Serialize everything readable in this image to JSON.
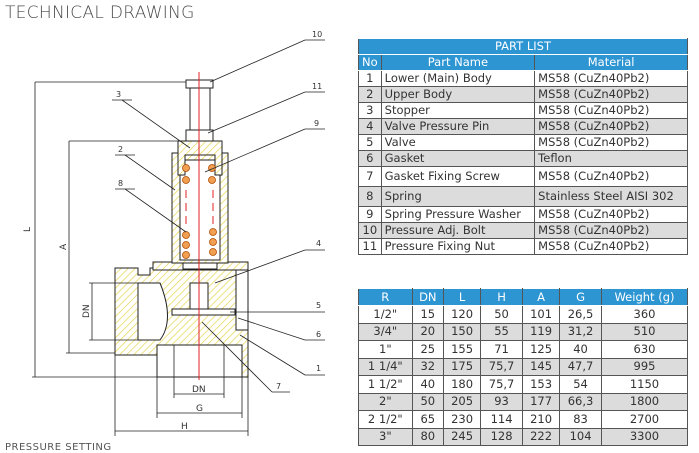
{
  "title": "TECHNICAL DRAWING",
  "footer_heading": "PRESSURE SETTING",
  "colors": {
    "header": "#2e95d3",
    "alt_row": "#dcdcdc",
    "hatch": "#e8d85a",
    "spring": "#e07b1a",
    "centerline": "#e02020"
  },
  "drawing": {
    "callouts": [
      "1",
      "2",
      "3",
      "4",
      "5",
      "6",
      "7",
      "8",
      "9",
      "10",
      "11"
    ],
    "dims": {
      "L": "L",
      "A": "A",
      "DN_side": "DN",
      "DN_bottom": "DN",
      "G": "G",
      "H": "H"
    }
  },
  "part_list": {
    "title": "PART LIST",
    "headers": [
      "No",
      "Part Name",
      "Material"
    ],
    "rows": [
      [
        "1",
        "Lower (Main) Body",
        "MS58 (CuZn40Pb2)"
      ],
      [
        "2",
        "Upper Body",
        "MS58 (CuZn40Pb2)"
      ],
      [
        "3",
        "Stopper",
        "MS58 (CuZn40Pb2)"
      ],
      [
        "4",
        "Valve Pressure Pin",
        "MS58 (CuZn40Pb2)"
      ],
      [
        "5",
        "Valve",
        "MS58 (CuZn40Pb2)"
      ],
      [
        "6",
        "Gasket",
        "Teflon"
      ],
      [
        "7",
        "Gasket Fixing Screw",
        "MS58 (CuZn40Pb2)"
      ],
      [
        "8",
        "Spring",
        "Stainless Steel AISI 302"
      ],
      [
        "9",
        "Spring Pressure Washer",
        "MS58 (CuZn40Pb2)"
      ],
      [
        "10",
        "Pressure Adj. Bolt",
        "MS58 (CuZn40Pb2)"
      ],
      [
        "11",
        "Pressure Fixing Nut",
        "MS58 (CuZn40Pb2)"
      ]
    ]
  },
  "dimensions": {
    "headers": [
      "R",
      "DN",
      "L",
      "H",
      "A",
      "G",
      "Weight (g)"
    ],
    "rows": [
      [
        "1/2\"",
        "15",
        "120",
        "50",
        "101",
        "26,5",
        "360"
      ],
      [
        "3/4\"",
        "20",
        "150",
        "55",
        "119",
        "31,2",
        "510"
      ],
      [
        "1\"",
        "25",
        "155",
        "71",
        "125",
        "40",
        "630"
      ],
      [
        "1 1/4\"",
        "32",
        "175",
        "75,7",
        "145",
        "47,7",
        "995"
      ],
      [
        "1 1/2\"",
        "40",
        "180",
        "75,7",
        "153",
        "54",
        "1150"
      ],
      [
        "2\"",
        "50",
        "205",
        "93",
        "177",
        "66,3",
        "1800"
      ],
      [
        "2 1/2\"",
        "65",
        "230",
        "114",
        "210",
        "83",
        "2700"
      ],
      [
        "3\"",
        "80",
        "245",
        "128",
        "222",
        "104",
        "3300"
      ]
    ]
  }
}
